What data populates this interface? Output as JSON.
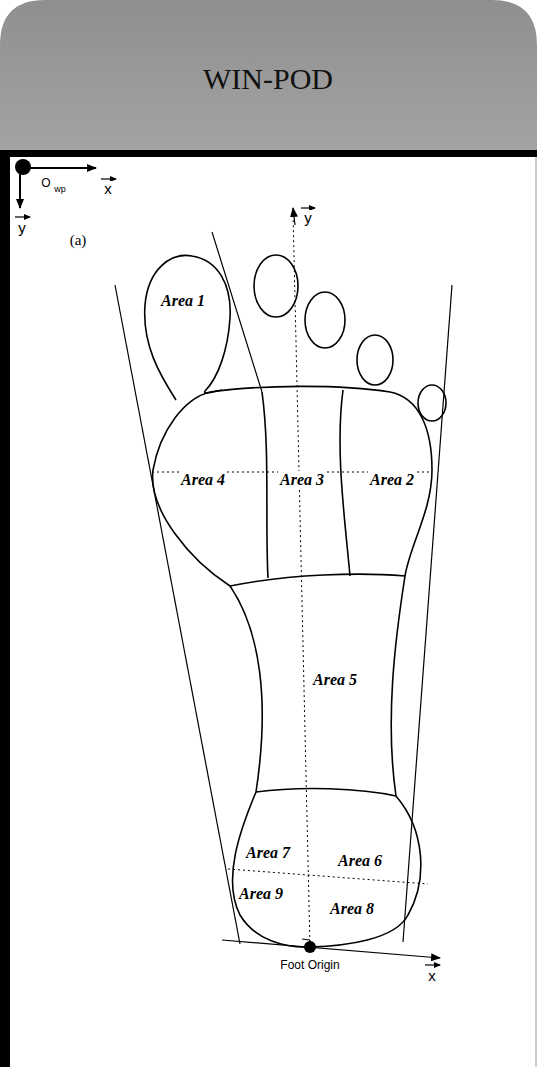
{
  "diagram": {
    "title": "WIN-POD",
    "labels": [
      "O",
      "wp",
      "x",
      "y",
      "(a)",
      "y",
      "Area 1",
      "Area 4",
      "Area 3",
      "Area 2",
      "Area 5",
      "Area 7",
      "Area 6",
      "Area 9",
      "Area 8",
      "Foot Origin",
      "x"
    ]
  }
}
